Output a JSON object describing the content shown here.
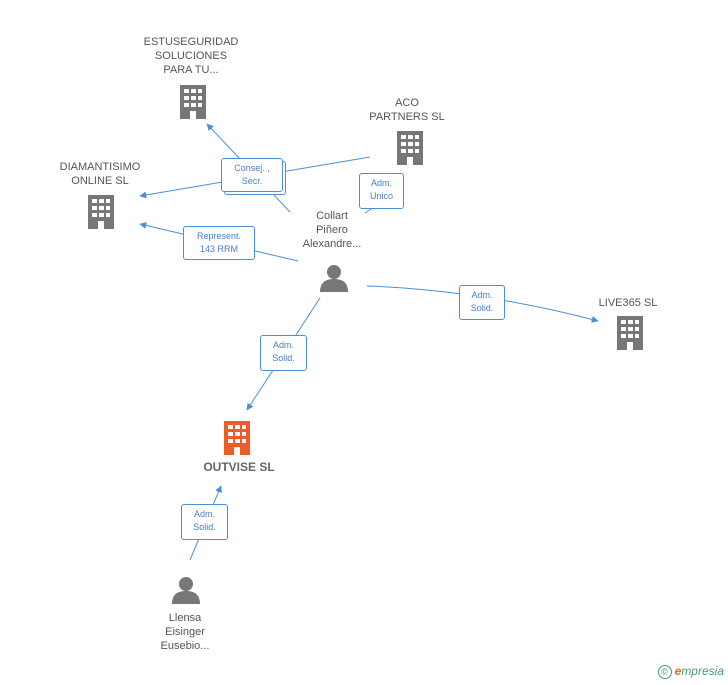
{
  "colors": {
    "edge": "#4a90d9",
    "building": "#777777",
    "building_main": "#f05a28",
    "person": "#777777"
  },
  "nodes": {
    "estuseguridad": {
      "label": "ESTUSEGURIDAD\nSOLUCIONES\nPARA TU...",
      "icon": "building-icon"
    },
    "aco": {
      "label": "ACO\nPARTNERS SL",
      "icon": "building-icon"
    },
    "diamantisimo": {
      "label": "DIAMANTISIMO\nONLINE SL",
      "icon": "building-icon"
    },
    "collart": {
      "label": "Collart\nPiñero\nAlexandre...",
      "icon": "person-icon"
    },
    "live365": {
      "label": "LIVE365 SL",
      "icon": "building-icon"
    },
    "outvise": {
      "label": "OUTVISE SL",
      "icon": "building-icon"
    },
    "llensa": {
      "label": "Llensa\nEisinger\nEusebio...",
      "icon": "person-icon"
    }
  },
  "edges": {
    "consej": "Consej. ,\nSecr.",
    "adm_unico": "Adm.\nUnico",
    "represent": "Represent.\n143 RRM",
    "adm_solid_live": "Adm.\nSolid.",
    "adm_solid_outvise": "Adm.\nSolid.",
    "adm_solid_llensa": "Adm.\nSolid."
  },
  "footer": {
    "copyright_symbol": "©",
    "brand_first": "e",
    "brand_rest": "mpresia"
  }
}
